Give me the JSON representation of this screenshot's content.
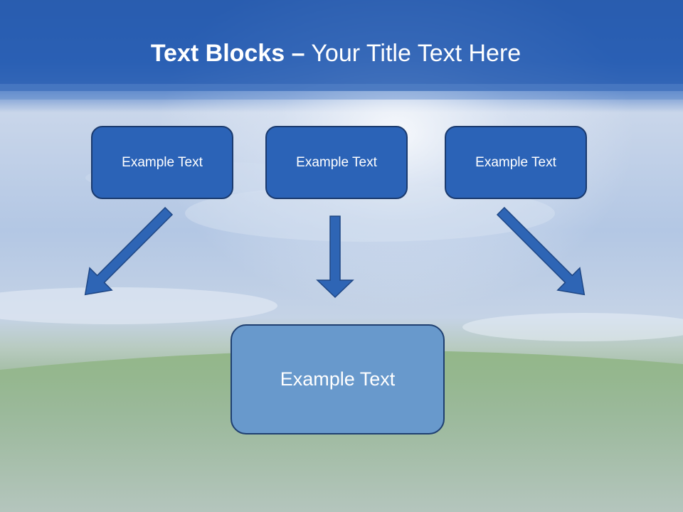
{
  "slide": {
    "title_bold": "Text Blocks",
    "title_separator": "–",
    "title_rest": "Your Title Text Here"
  },
  "boxes": {
    "left": "Example Text",
    "center": "Example Text",
    "right": "Example Text",
    "result": "Example Text"
  },
  "colors": {
    "header_blue": "#2a5fb3",
    "box_fill": "#2b63b7",
    "box_border": "#1a3a6e",
    "result_fill": "#6899cc",
    "arrow_fill": "#2e65b5"
  }
}
